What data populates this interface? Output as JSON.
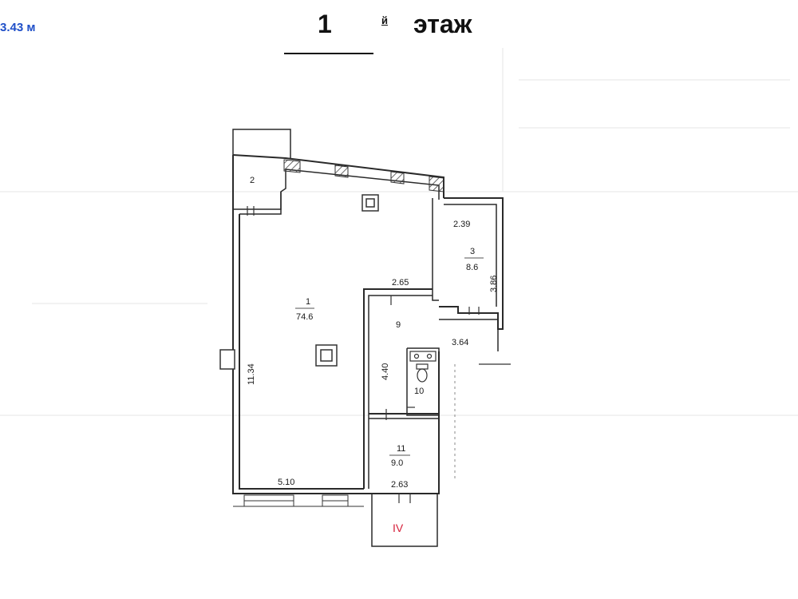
{
  "header": {
    "ceiling_height": "3.43 м",
    "floor_number": "1",
    "floor_suffix": "й",
    "floor_word": "этаж"
  },
  "rooms": [
    {
      "id": "1",
      "area": "74.6"
    },
    {
      "id": "2",
      "area": ""
    },
    {
      "id": "3",
      "area": "8.6"
    },
    {
      "id": "9",
      "area": ""
    },
    {
      "id": "10",
      "area": ""
    },
    {
      "id": "11",
      "area": "9.0"
    }
  ],
  "dimensions": [
    "11.34",
    "5.10",
    "2.65",
    "4.40",
    "2.39",
    "3.86",
    "3.64",
    "2.63"
  ],
  "exit_label": "IV",
  "colors": {
    "wall": "#2a2a2a",
    "window_hatch": "#444444",
    "ceiling_height_text": "#1f4fc8",
    "exit_text": "#d6203a"
  }
}
